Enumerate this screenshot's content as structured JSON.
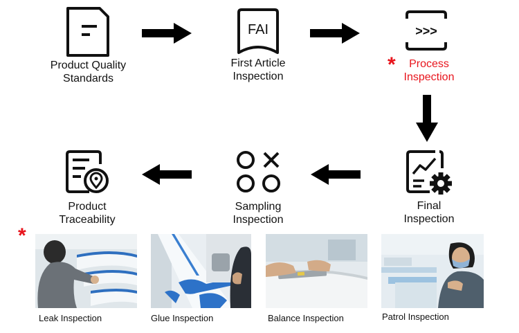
{
  "steps": [
    {
      "id": "product-quality-standards",
      "lines": [
        "Product Quality",
        "Standards"
      ],
      "icon": "document-icon",
      "highlight": false
    },
    {
      "id": "first-article-inspection",
      "lines": [
        "First Article",
        "Inspection"
      ],
      "icon": "fai-badge-icon",
      "icon_text": "FAI",
      "highlight": false
    },
    {
      "id": "process-inspection",
      "lines": [
        "Process",
        "Inspection"
      ],
      "icon": "terminal-chevrons-icon",
      "icon_text": ">>>",
      "highlight": true
    },
    {
      "id": "final-inspection",
      "lines": [
        "Final",
        "Inspection"
      ],
      "icon": "chart-gear-icon",
      "highlight": false
    },
    {
      "id": "sampling-inspection",
      "lines": [
        "Sampling",
        "Inspection"
      ],
      "icon": "circles-cross-icon",
      "highlight": false
    },
    {
      "id": "product-traceability",
      "lines": [
        "Product",
        "Traceability"
      ],
      "icon": "document-location-icon",
      "highlight": false
    }
  ],
  "star_symbol": "*",
  "colors": {
    "accent_red": "#e8141c",
    "text": "#111111",
    "arrow": "#000000"
  },
  "photos": [
    {
      "caption": "Leak Inspection"
    },
    {
      "caption": "Glue Inspection"
    },
    {
      "caption": "Balance Inspection"
    },
    {
      "caption": "Patrol Inspection"
    }
  ]
}
